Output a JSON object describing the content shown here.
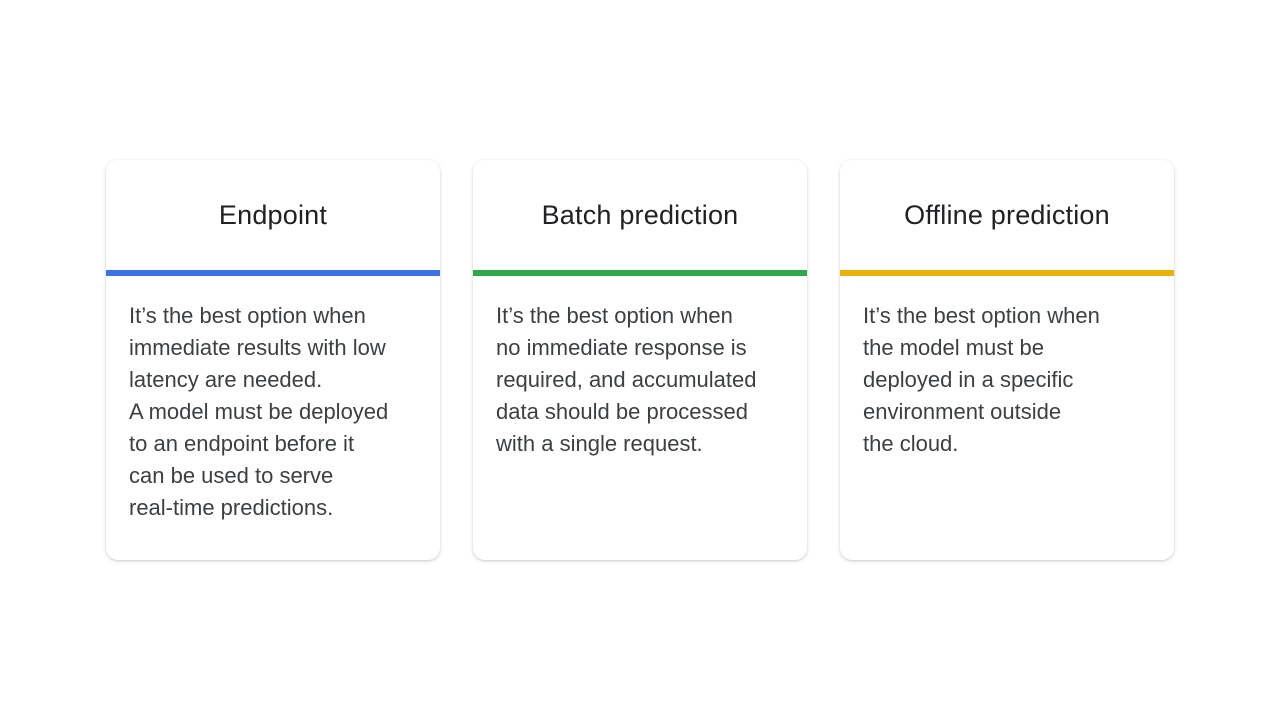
{
  "cards": [
    {
      "title": "Endpoint",
      "accent": "#3b73e2",
      "body": "It’s the best option when\nimmediate results with low\nlatency are needed.\nA model must be deployed\nto an endpoint before it\ncan be used to serve\nreal-time predictions."
    },
    {
      "title": "Batch prediction",
      "accent": "#2ea84b",
      "body": "It’s the best option when\nno immediate response is\nrequired, and accumulated\ndata should be processed\nwith a single request."
    },
    {
      "title": "Offline prediction",
      "accent": "#eab10f",
      "body": "It’s the best option when\nthe model must be\ndeployed in a specific\nenvironment outside\nthe cloud."
    }
  ]
}
